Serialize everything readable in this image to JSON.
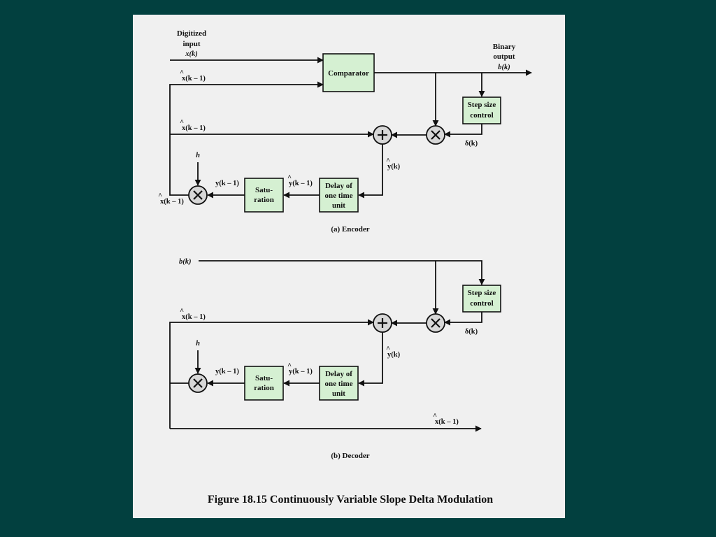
{
  "figure": {
    "title": "Figure 18.15  Continuously Variable Slope Delta Modulation"
  },
  "encoder": {
    "caption": "(a) Encoder",
    "input": {
      "line1": "Digitized",
      "line2": "input",
      "line3": "x(k)"
    },
    "output": {
      "line1": "Binary",
      "line2": "output",
      "line3": "b(k)"
    },
    "comparator": "Comparator",
    "step_size": {
      "line1": "Step size",
      "line2": "control"
    },
    "delay": {
      "line1": "Delay of",
      "line2": "one time",
      "line3": "unit"
    },
    "saturation": {
      "line1": "Satu-",
      "line2": "ration"
    },
    "signals": {
      "xhat_feedback": "x(k – 1)",
      "xhat_adder": "x(k – 1)",
      "xhat_out": "x(k – 1)",
      "delta": "δ(k)",
      "yhat": "y(k)",
      "yhat_prev": "y(k – 1)",
      "y_prev": "y(k – 1)",
      "h": "h"
    }
  },
  "decoder": {
    "caption": "(b) Decoder",
    "input": "b(k)",
    "step_size": {
      "line1": "Step size",
      "line2": "control"
    },
    "delay": {
      "line1": "Delay of",
      "line2": "one time",
      "line3": "unit"
    },
    "saturation": {
      "line1": "Satu-",
      "line2": "ration"
    },
    "signals": {
      "xhat_adder": "x(k – 1)",
      "xhat_out": "x(k – 1)",
      "delta": "δ(k)",
      "yhat": "y(k)",
      "yhat_prev": "y(k – 1)",
      "y_prev": "y(k – 1)",
      "h": "h"
    }
  }
}
